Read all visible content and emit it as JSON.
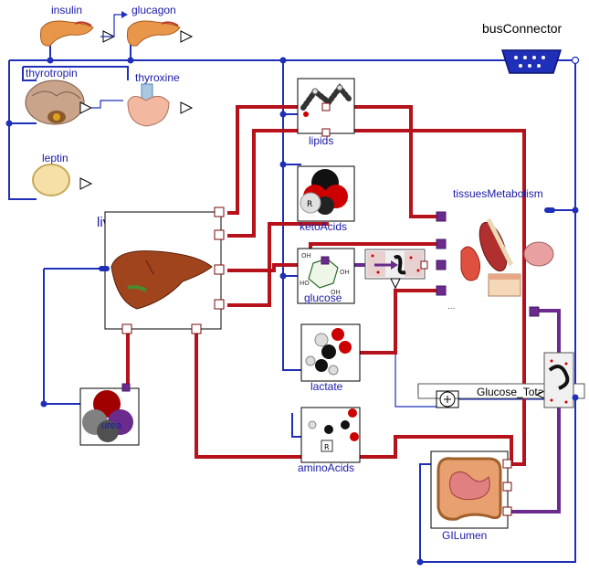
{
  "labels": {
    "insulin": "insulin",
    "glucagon": "glucagon",
    "thyrotropin": "thyrotropin",
    "thyroxine": "thyroxine",
    "leptin": "leptin",
    "busConnector": "busConnector",
    "liverMetabolism": "liverMetabolism",
    "lipids": "lipids",
    "ketoAcids": "ketoAcids",
    "glucose": "glucose",
    "lactate": "lactate",
    "aminoAcids": "aminoAcids",
    "tissuesMetabolism": "tissuesMetabolism",
    "urea": "urea",
    "glucoseTotalBurn": "Glucose_TotalBurn",
    "giLumen": "GILumen",
    "ellipsis": "..."
  },
  "colors": {
    "bus": "#1f2fb8",
    "massFlow": "#b5121b",
    "purpleFlow": "#6a2b8c",
    "label": "#1a1aa6"
  }
}
